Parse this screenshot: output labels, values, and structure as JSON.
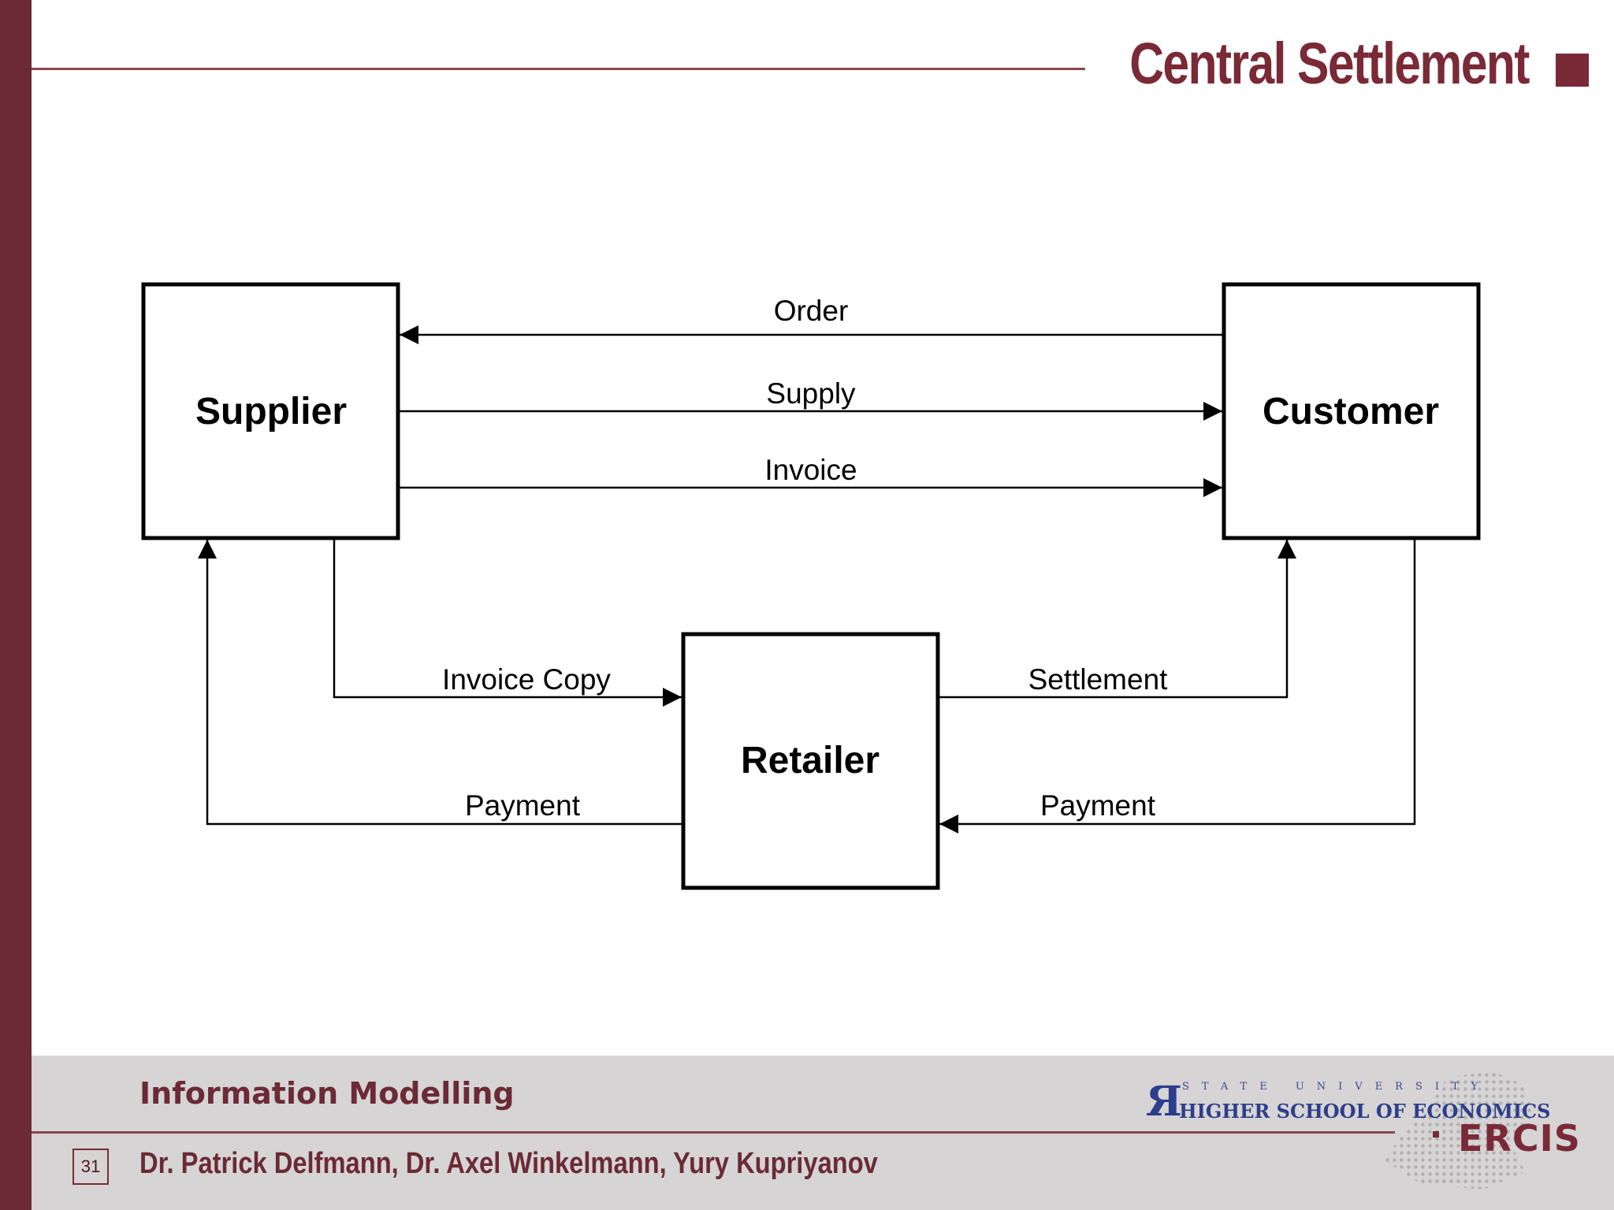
{
  "slide": {
    "title": "Central Settlement",
    "accent_color": "#7a2a36"
  },
  "diagram": {
    "nodes": {
      "supplier": "Supplier",
      "customer": "Customer",
      "retailer": "Retailer"
    },
    "flows": {
      "order": "Order",
      "supply": "Supply",
      "invoice": "Invoice",
      "invoice_copy": "Invoice Copy",
      "settlement": "Settlement",
      "payment_to_supplier": "Payment",
      "payment_to_retailer": "Payment"
    }
  },
  "footer": {
    "course": "Information Modelling",
    "page_number": "31",
    "authors": "Dr. Patrick Delfmann, Dr. Axel Winkelmann, Yury Kupriyanov",
    "logo_state_university": "STATE UNIVERSITY",
    "logo_hse": "HIGHER SCHOOL OF ECONOMICS",
    "logo_ercis": "ERCIS"
  }
}
